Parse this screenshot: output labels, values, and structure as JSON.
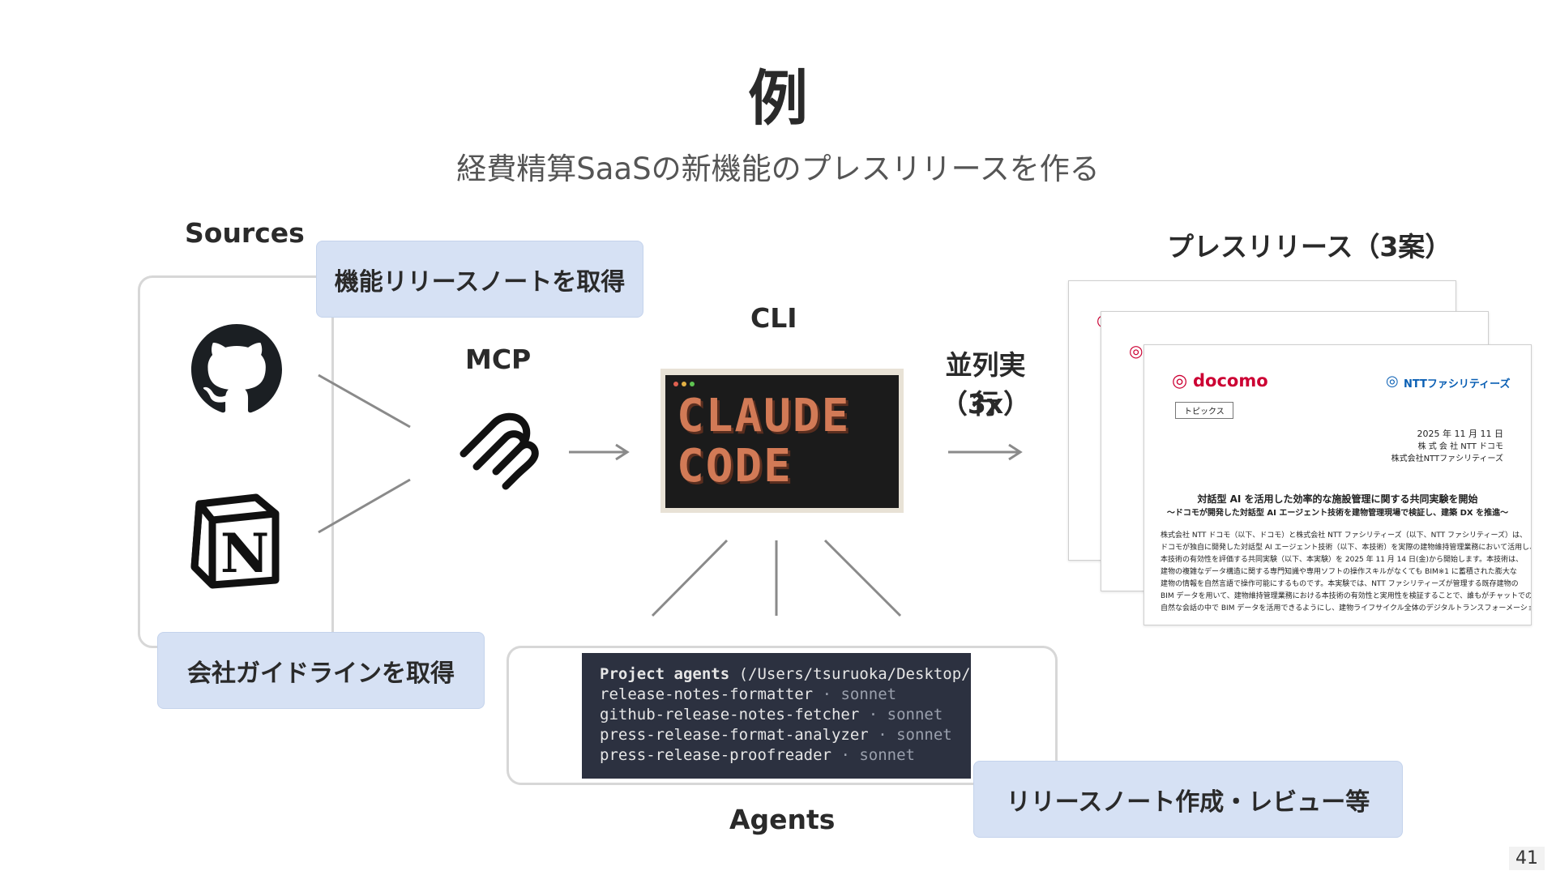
{
  "slide": {
    "title": "例",
    "subtitle": "経費精算SaaSの新機能のプレスリリースを作る",
    "page_number": "41"
  },
  "sources": {
    "label": "Sources",
    "callout_top": "機能リリースノートを取得",
    "callout_bottom": "会社ガイドラインを取得",
    "icons": [
      "github-icon",
      "notion-icon"
    ]
  },
  "mcp": {
    "label": "MCP",
    "icon": "mcp-icon"
  },
  "cli": {
    "label": "CLI",
    "screen_line1": "CLAUDE",
    "screen_line2": "CODE"
  },
  "parallel": {
    "label_line1": "並列実行",
    "label_line2": "（3x）"
  },
  "press_release": {
    "label": "プレスリリース（3案）",
    "doc": {
      "brand_left": "docomo",
      "brand_right": "NTTファシリティーズ",
      "tag": "トピックス",
      "date": "2025 年 11 月 11 日",
      "company1": "株 式 会 社 NTT ドコモ",
      "company2": "株式会社NTTファシリティーズ",
      "headline": "対話型 AI を活用した効率的な施設管理に関する共同実験を開始",
      "subheadline": "～ドコモが開発した対話型 AI エージェント技術を建物管理現場で検証し、建築 DX を推進～",
      "body": [
        "株式会社 NTT ドコモ（以下、ドコモ）と株式会社 NTT ファシリティーズ（以下、NTT ファシリティーズ）は、",
        "ドコモが独自に開発した対話型 AI エージェント技術（以下、本技術）を実際の建物維持管理業務において活用し、",
        "本技術の有効性を評価する共同実験（以下、本実験）を 2025 年 11 月 14 日(金)から開始します。本技術は、",
        "建物の複雑なデータ構造に関する専門知識や専用ソフトの操作スキルがなくても BIM※1 に蓄積された膨大な",
        "建物の情報を自然言語で操作可能にするものです。本実験では、NTT ファシリティーズが管理する既存建物の",
        "BIM データを用いて、建物維持管理業務における本技術の有効性と実用性を検証することで、誰もがチャットでの",
        "自然な会話の中で BIM データを活用できるようにし、建物ライフサイクル全体のデジタルトランスフォーメーション"
      ]
    }
  },
  "agents": {
    "label": "Agents",
    "callout": "リリースノート作成・レビュー等",
    "terminal_header": "Project agents",
    "terminal_path": "(/Users/tsuruoka/Desktop/c",
    "separator": "·",
    "list": [
      {
        "name": "release-notes-formatter",
        "model": "sonnet"
      },
      {
        "name": "github-release-notes-fetcher",
        "model": "sonnet"
      },
      {
        "name": "press-release-format-analyzer",
        "model": "sonnet"
      },
      {
        "name": "press-release-proofreader",
        "model": "sonnet"
      }
    ]
  },
  "colors": {
    "callout_bg": "#d6e1f4",
    "terminal_bg": "#2c3140",
    "claude_orange": "#d27a56",
    "docomo_red": "#cc0033",
    "ntt_blue": "#0a5fb4"
  }
}
